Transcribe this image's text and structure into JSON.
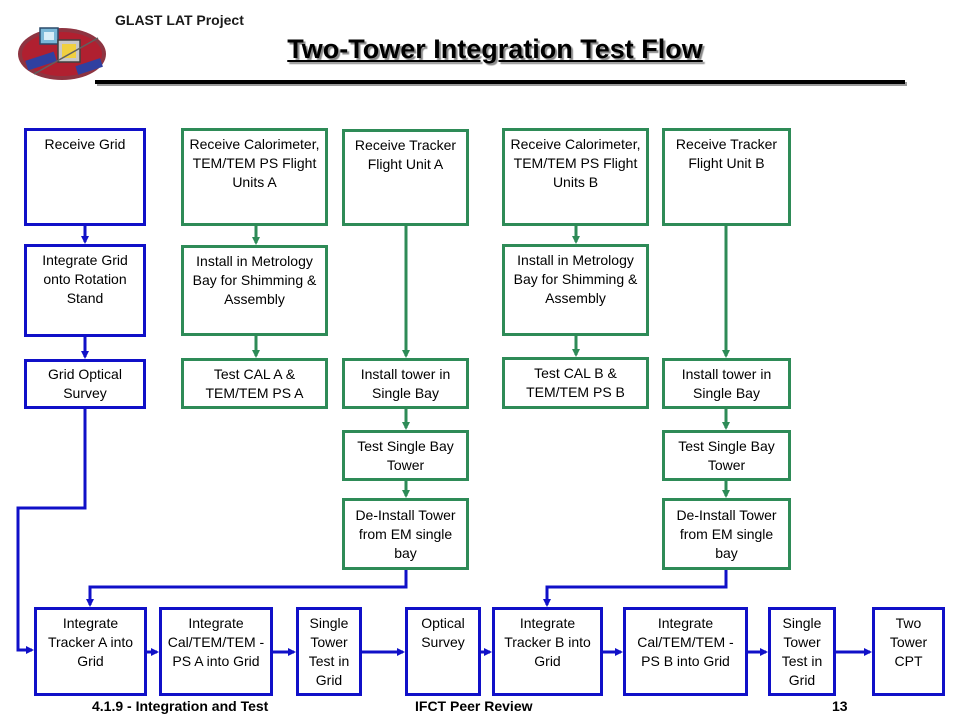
{
  "header": {
    "project": "GLAST LAT Project",
    "title": "Two-Tower Integration Test Flow"
  },
  "boxes": {
    "receive_grid": "Receive Grid",
    "integrate_grid_stand": "Integrate Grid onto Rotation Stand",
    "grid_optical_survey": "Grid Optical Survey",
    "receive_cal_a": "Receive Calorimeter, TEM/TEM PS Flight Units A",
    "install_metrology_a": "Install in Metrology Bay for Shimming & Assembly",
    "test_cal_a": "Test CAL A & TEM/TEM PS A",
    "receive_tracker_a": "Receive Tracker Flight Unit A",
    "install_tower_a": "Install tower in Single Bay",
    "test_single_bay_a": "Test Single Bay Tower",
    "deinstall_a": "De-Install Tower from EM single bay",
    "receive_cal_b": "Receive Calorimeter, TEM/TEM PS Flight Units B",
    "install_metrology_b": "Install in Metrology Bay for Shimming & Assembly",
    "test_cal_b": "Test CAL B & TEM/TEM PS B",
    "receive_tracker_b": "Receive Tracker Flight Unit B",
    "install_tower_b": "Install tower in Single Bay",
    "test_single_bay_b": "Test Single Bay Tower",
    "deinstall_b": "De-Install Tower from EM single bay",
    "integrate_tracker_a": "Integrate Tracker A into Grid",
    "integrate_cal_a": "Integrate Cal/TEM/TEM -PS A into Grid",
    "single_tower_test_1": "Single Tower Test in Grid",
    "optical_survey": "Optical Survey",
    "integrate_tracker_b": "Integrate Tracker B into Grid",
    "integrate_cal_b": "Integrate Cal/TEM/TEM -PS B into Grid",
    "single_tower_test_2": "Single Tower Test in Grid",
    "two_tower_cpt": "Two Tower CPT"
  },
  "footer": {
    "left": "4.1.9 - Integration and Test",
    "middle": "IFCT Peer Review",
    "page": "13"
  },
  "colors": {
    "green": "#2e8b57",
    "blue": "#1010c8"
  },
  "icons": {
    "logo": "glast-satellite-icon"
  }
}
